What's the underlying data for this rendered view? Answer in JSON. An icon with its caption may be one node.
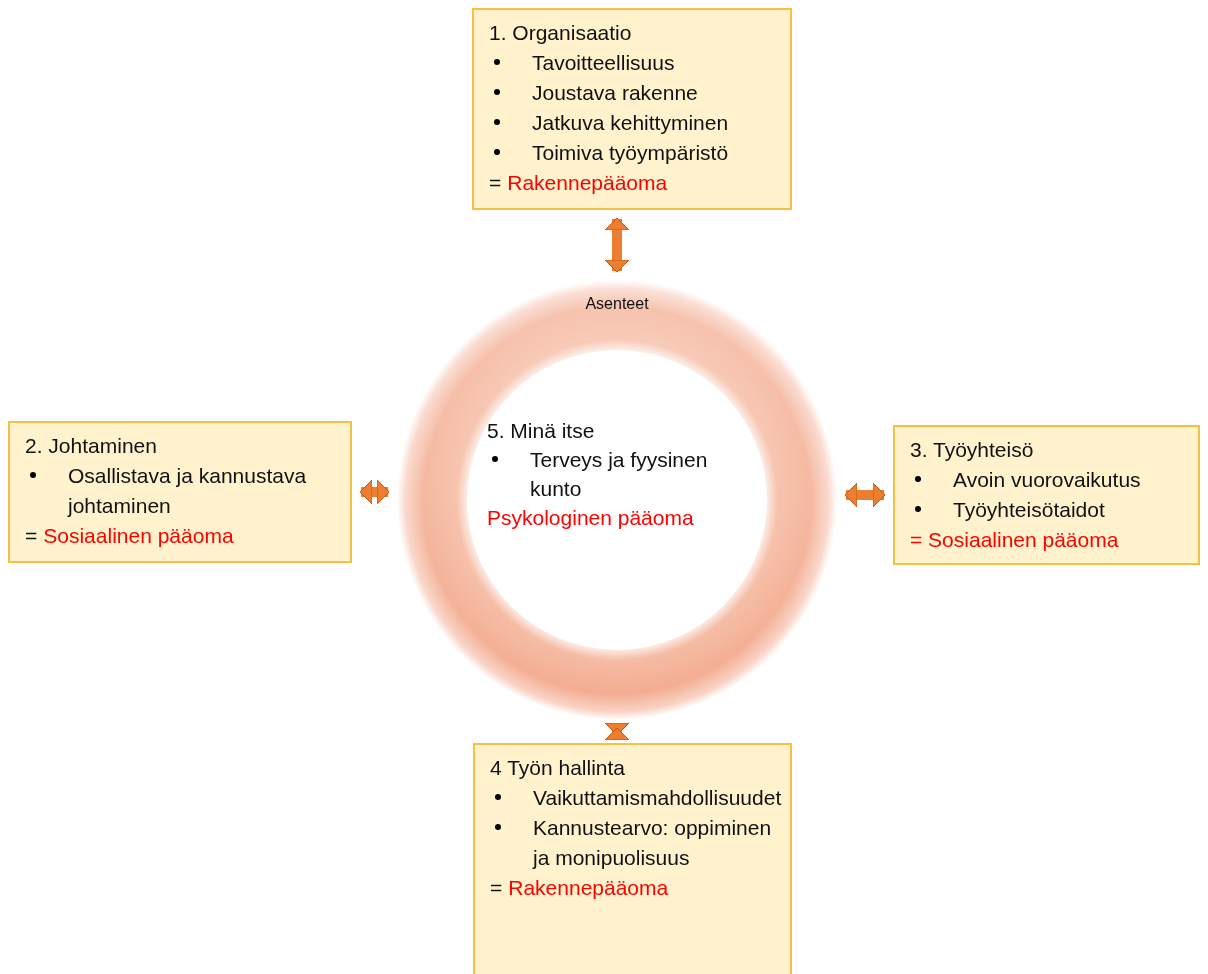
{
  "diagram": {
    "nodes": [
      {
        "text": [
          "1. Organisaatio",
          "Tavoitteellisuus",
          "Joustava rakenne",
          "Jatkuva kehittyminen",
          "Toimiva työympäristö",
          "=",
          "Rakennepääoma"
        ]
      },
      {
        "text": [
          "2. Johtaminen",
          "Osallistava ja kannustava johtaminen",
          "=",
          "Sosiaalinen pääoma"
        ]
      },
      {
        "text": [
          "Asenteet"
        ]
      },
      {
        "text": [
          "5. Minä itse",
          "Terveys ja fyysinen kunto",
          "Psykologinen pääoma"
        ],
        "in": 2
      },
      {
        "text": [
          "3. Työyhteisö",
          "Avoin vuorovaikutus",
          "Työyhteisötaidot",
          "= Sosiaalinen pääoma"
        ]
      },
      {
        "text": [
          "4 Työn hallinta",
          "Vaikuttamismahdollisuudet",
          "Kannustearvo: oppiminen ja monipuolisuus",
          "=",
          "Rakennepääoma"
        ]
      }
    ],
    "edges": [
      {
        "from": 0,
        "to": 2,
        "arrow": "both"
      },
      {
        "from": 1,
        "to": 2,
        "arrow": "both"
      },
      {
        "from": 4,
        "to": 2,
        "arrow": "both"
      },
      {
        "from": 5,
        "to": 2,
        "arrow": "both"
      }
    ]
  }
}
